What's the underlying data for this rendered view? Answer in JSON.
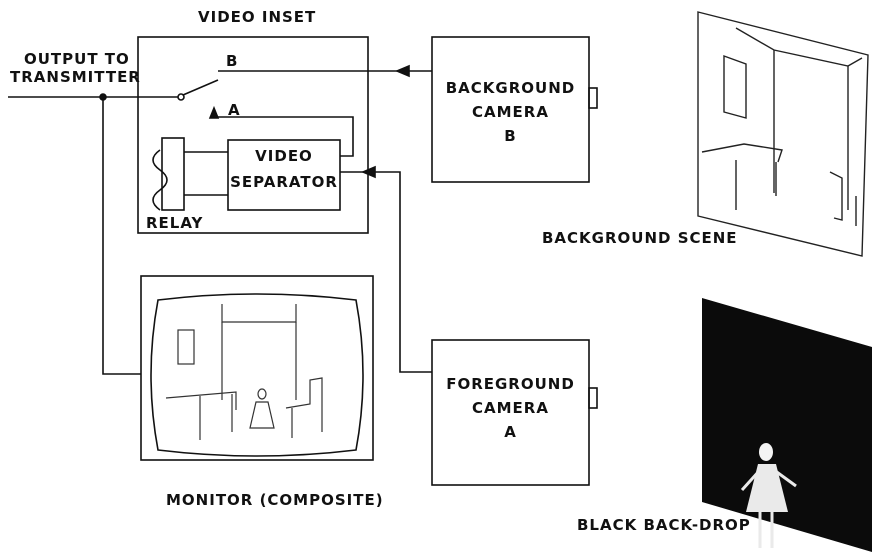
{
  "diagram": {
    "video_inset": {
      "title": "VIDEO INSET",
      "switch_b": "B",
      "switch_a": "A",
      "separator": {
        "line1": "VIDEO",
        "line2": "SEPARATOR"
      },
      "relay": "RELAY"
    },
    "output": {
      "line1": "OUTPUT TO",
      "line2": "TRANSMITTER"
    },
    "background_camera": {
      "line1": "BACKGROUND",
      "line2": "CAMERA",
      "line3": "B"
    },
    "foreground_camera": {
      "line1": "FOREGROUND",
      "line2": "CAMERA",
      "line3": "A"
    },
    "background_scene": "BACKGROUND SCENE",
    "monitor": "MONITOR (COMPOSITE)",
    "backdrop": "BLACK BACK-DROP"
  }
}
